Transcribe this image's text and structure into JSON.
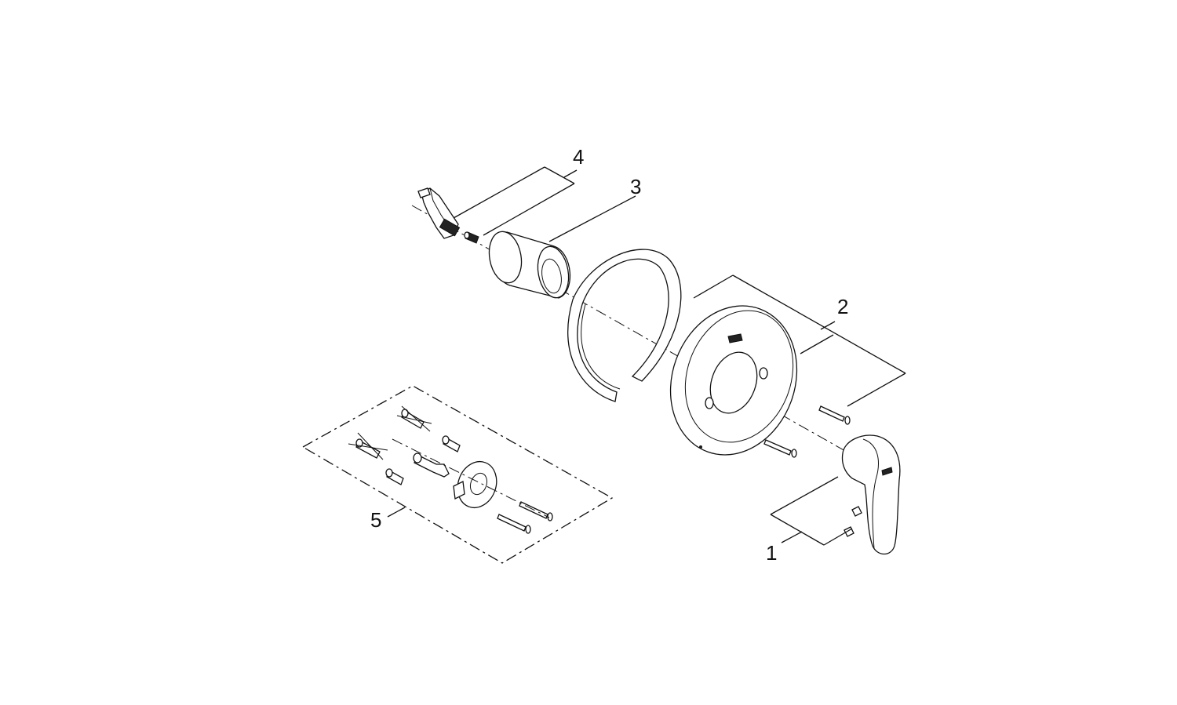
{
  "parts": [
    {
      "id": "handle",
      "number": "1"
    },
    {
      "id": "escutcheon",
      "number": "2"
    },
    {
      "id": "sleeve",
      "number": "3"
    },
    {
      "id": "stop",
      "number": "4"
    },
    {
      "id": "trim-kit",
      "number": "5"
    }
  ],
  "colors": {
    "line": "#111111",
    "background": "#ffffff"
  }
}
